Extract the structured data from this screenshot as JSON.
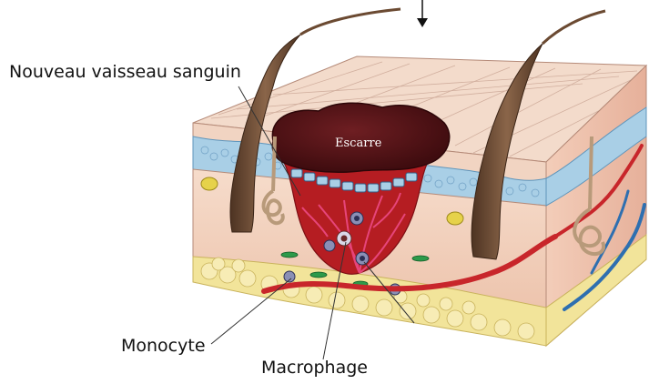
{
  "labels": {
    "vessel": "Nouveau vaisseau sanguin",
    "scab": "Escarre",
    "monocyte": "Monocyte",
    "macrophage": "Macrophage"
  },
  "colors": {
    "epidermis": "#f4dccc",
    "basal_layer": "#a9cfe6",
    "dermis": "#f1cdb5",
    "fat": "#f2e49a",
    "wound": "#b51d22",
    "scab": "#5c1518",
    "hair": "#6b4a32",
    "artery": "#c8262b",
    "vein": "#2e6fb0"
  }
}
